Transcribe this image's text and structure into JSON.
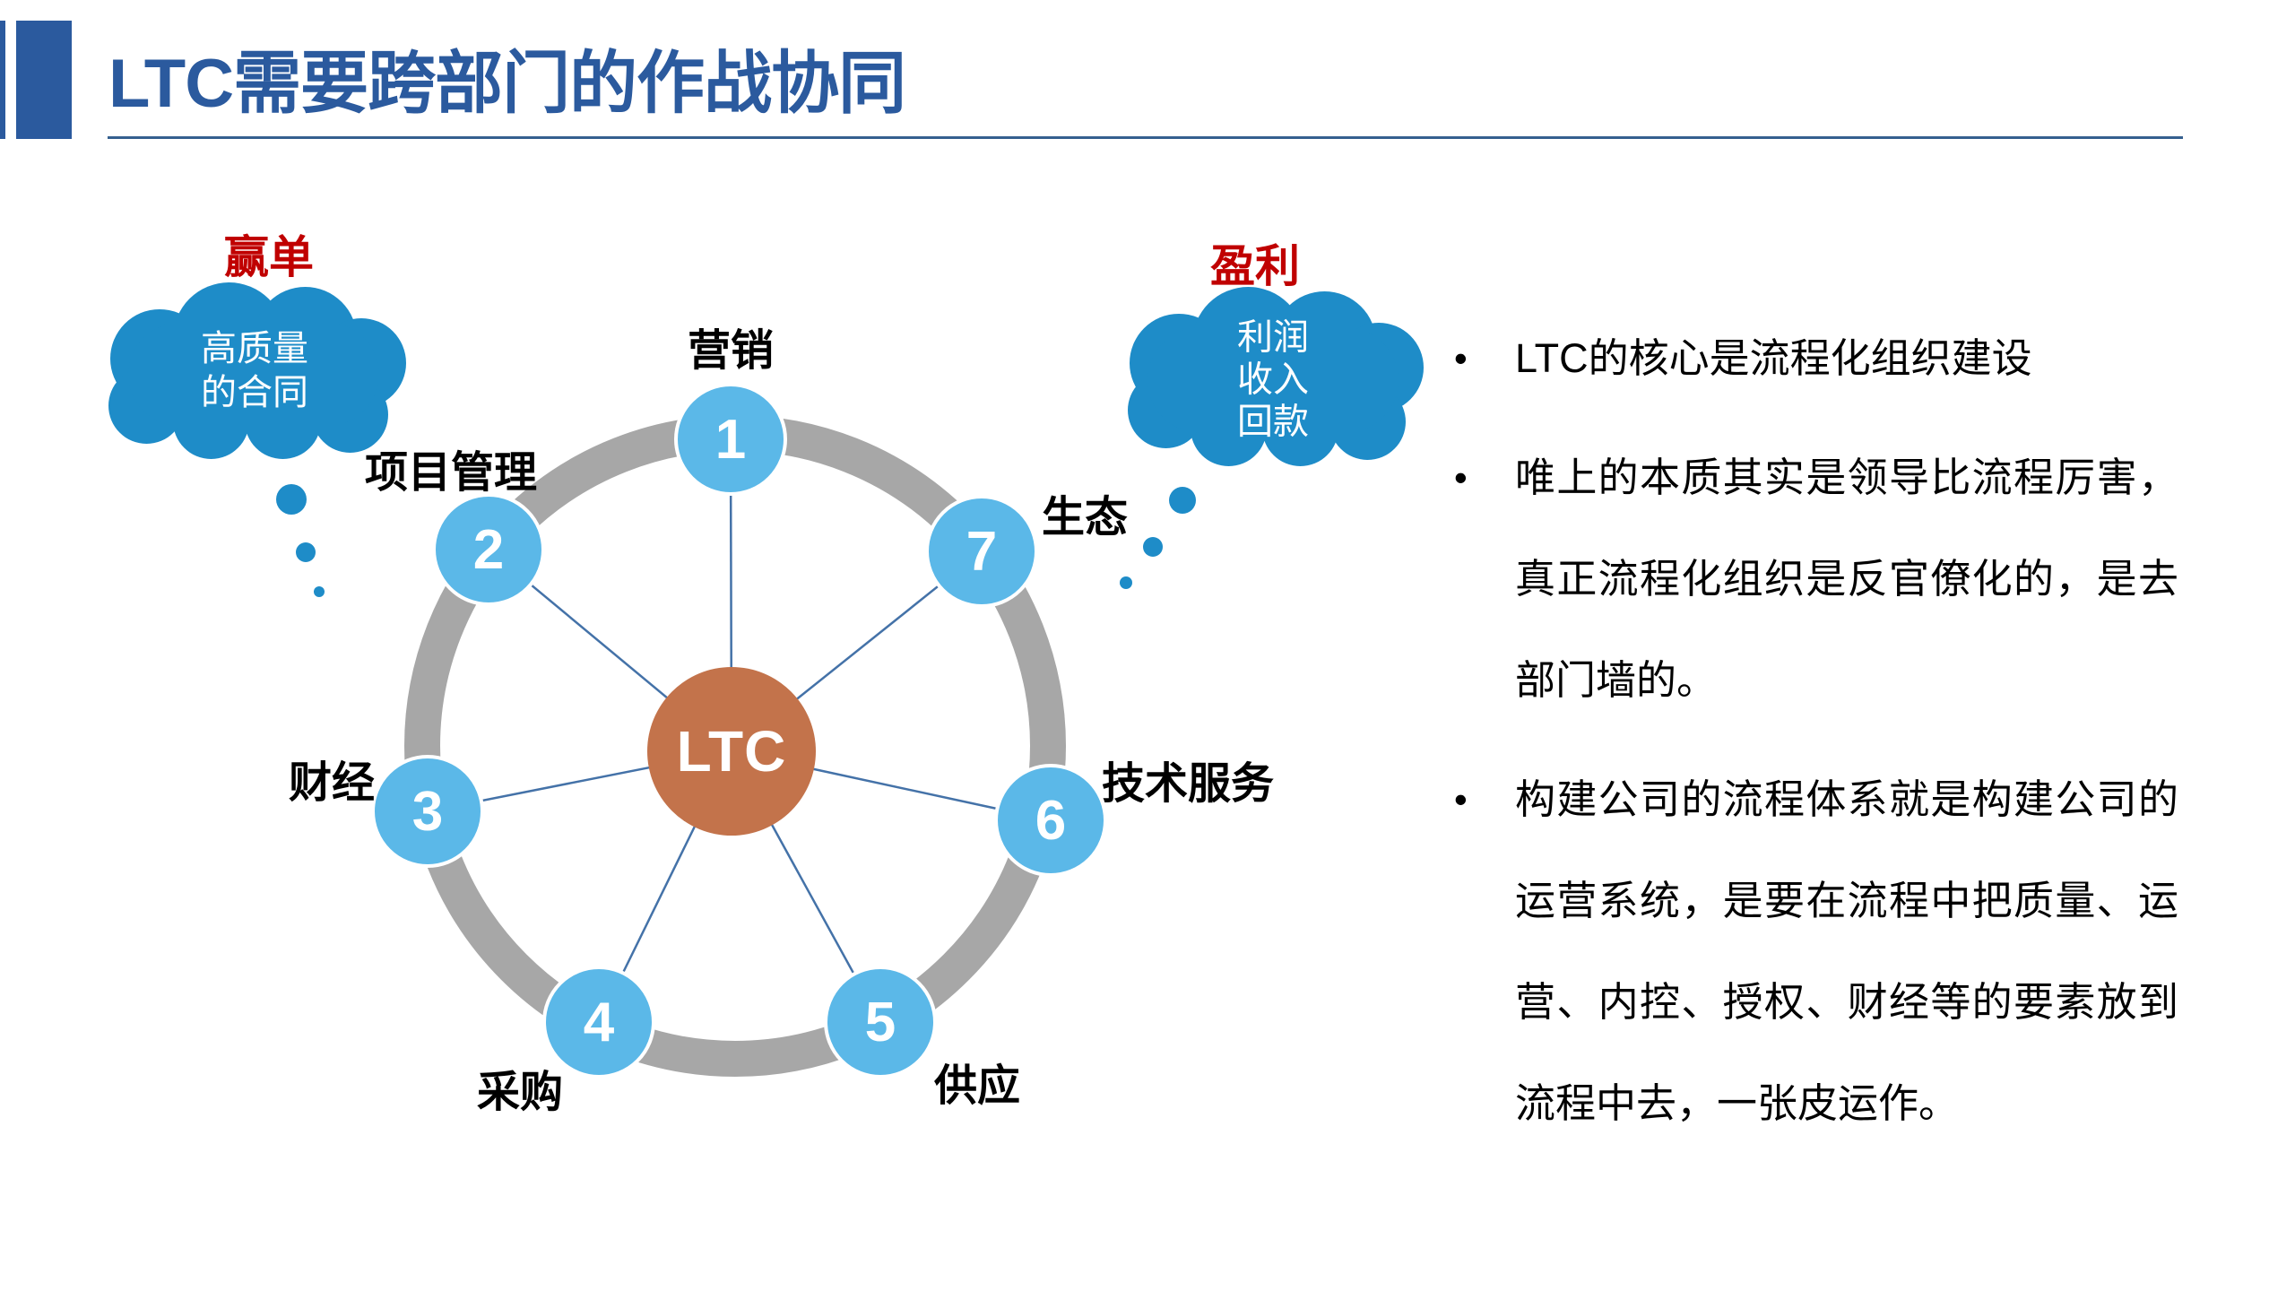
{
  "slide": {
    "title": "LTC需要跨部门的作战协同"
  },
  "diagram": {
    "center_label": "LTC",
    "nodes": [
      {
        "num": "1",
        "label": "营销"
      },
      {
        "num": "2",
        "label": "项目管理"
      },
      {
        "num": "3",
        "label": "财经"
      },
      {
        "num": "4",
        "label": "采购"
      },
      {
        "num": "5",
        "label": "供应"
      },
      {
        "num": "6",
        "label": "技术服务"
      },
      {
        "num": "7",
        "label": "生态"
      }
    ],
    "left_thought": {
      "tag": "赢单",
      "lines": [
        "高质量",
        "的合同"
      ]
    },
    "right_thought": {
      "tag": "盈利",
      "lines": [
        "利润",
        "收入",
        "回款"
      ]
    }
  },
  "bullets": [
    "LTC的核心是流程化组织建设",
    "唯上的本质其实是领导比流程厉害，真正流程化组织是反官僚化的，是去部门墙的。",
    "构建公司的流程体系就是构建公司的运营系统，是要在流程中把质量、运营、内控、授权、财经等的要素放到流程中去，一张皮运作。"
  ],
  "bullet_glyph": "•",
  "colors": {
    "title_blue": "#2B5A9E",
    "node_blue": "#5BB8E8",
    "cloud_blue": "#1E8CC8",
    "ring_gray": "#A7A7A7",
    "center_orange": "#C3734B",
    "tag_red": "#C00000",
    "spoke_blue": "#4472A8",
    "text_black": "#000000"
  }
}
